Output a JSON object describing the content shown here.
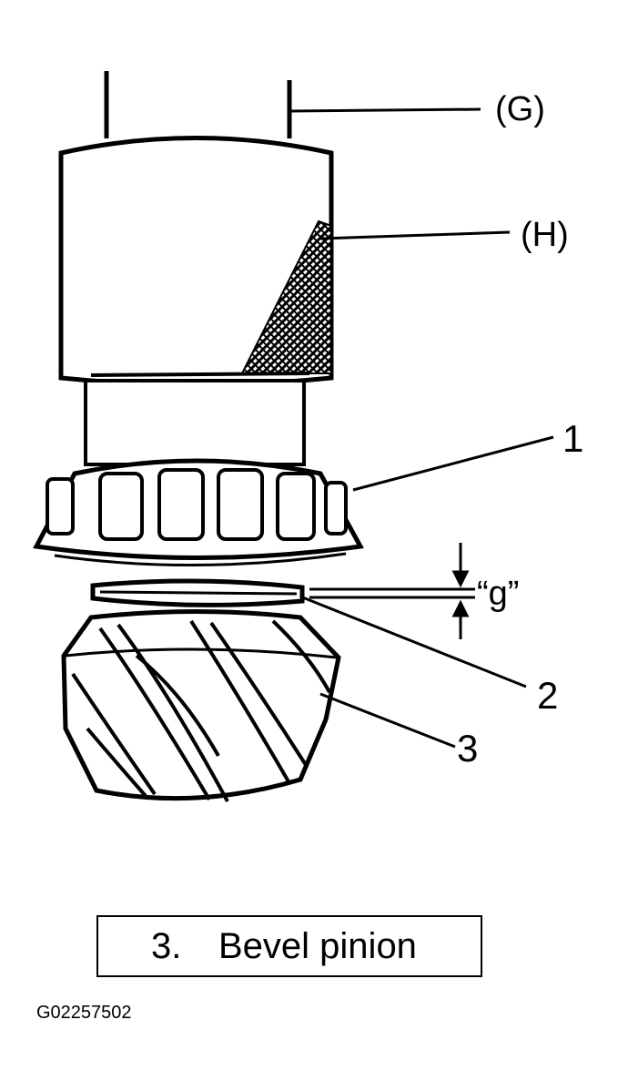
{
  "labels": {
    "G": "(G)",
    "H": "(H)",
    "part_1": "1",
    "part_2": "2",
    "part_3": "3",
    "gap": "“g”"
  },
  "caption": {
    "number": "3.",
    "text": "Bevel pinion"
  },
  "figure_code": "G02257502"
}
